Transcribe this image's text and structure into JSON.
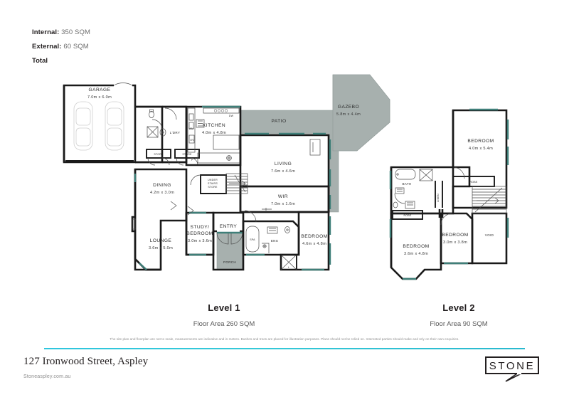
{
  "header": {
    "internal_label": "Internal:",
    "internal_value": "350 SQM",
    "external_label": "External:",
    "external_value": "60 SQM",
    "total_label": "Total"
  },
  "levels": [
    {
      "id": "level-1",
      "title": "Level 1",
      "area": "Floor Area 260 SQM"
    },
    {
      "id": "level-2",
      "title": "Level 2",
      "area": "Floor Area 90 SQM"
    }
  ],
  "level1_rooms": {
    "garage": {
      "name": "GARAGE",
      "dims": "7.0m x 6.0m"
    },
    "kitchen": {
      "name": "KITCHEN",
      "dims": "4.0m x 4.8m"
    },
    "patio": {
      "name": "PATIO",
      "dims": ""
    },
    "gazebo": {
      "name": "GAZEBO",
      "dims": "5.8m x 4.4m"
    },
    "living": {
      "name": "LIVING",
      "dims": "7.6m x 4.6m"
    },
    "dining": {
      "name": "DINING",
      "dims": "4.2m x 3.0m"
    },
    "lounge": {
      "name": "LOUNGE",
      "dims": "3.6m x 5.0m"
    },
    "study": {
      "name": "STUDY/",
      "name2": "BEDROOM",
      "dims": "3.0m x 3.6m"
    },
    "wir": {
      "name": "WIR",
      "dims": "7.0m x 1.6m"
    },
    "bedroom": {
      "name": "BEDROOM",
      "dims": "4.6m x 4.8m"
    },
    "entry": {
      "name": "ENTRY"
    },
    "porch": {
      "name": "PORCH"
    },
    "ens": {
      "name": "ENS"
    },
    "spa": {
      "name": "SPA"
    },
    "ldry": {
      "name": "L'DRY"
    },
    "store_left": {
      "name": "STORE"
    },
    "store_right": {
      "name": "STORE"
    },
    "under_stairs": {
      "name": "UNDER",
      "name2": "STAIRS",
      "name3": "STORE"
    },
    "wm": {
      "name": "WM"
    },
    "ov": {
      "name": "OV"
    },
    "dw": {
      "name": "DW"
    },
    "p": {
      "name": "P"
    }
  },
  "level2_rooms": {
    "bedroom_top": {
      "name": "BEDROOM",
      "dims": "4.0m x 5.4m"
    },
    "bedroom_left": {
      "name": "BEDROOM",
      "dims": "3.6m x 4.8m"
    },
    "bedroom_mid": {
      "name": "BEDROOM",
      "dims": "3.0m x 3.8m"
    },
    "bath": {
      "name": "BATH"
    },
    "linen": {
      "name": "LINEN"
    },
    "robe_top": {
      "name": "ROBE"
    },
    "robe_left": {
      "name": "ROBE"
    },
    "void": {
      "name": "VOID"
    }
  },
  "disclaimer": "The site plan and floorplan are not to scale, measurements are indicative and in metres. Bushes and trees are placed for illustration purposes. Plans should not be relied on. Interested parties should make and rely on their own enquiries.",
  "footer": {
    "address": "127 Ironwood Street, Aspley",
    "website": "Stoneaspley.com.au",
    "logo_text": "STONE"
  },
  "colors": {
    "wall": "#1a1a1a",
    "teal_accent": "#3f7f79",
    "shade_fill": "#a7b0ae",
    "rule": "#2fc6de",
    "text": "#231f20",
    "muted": "#8d8d8d"
  }
}
